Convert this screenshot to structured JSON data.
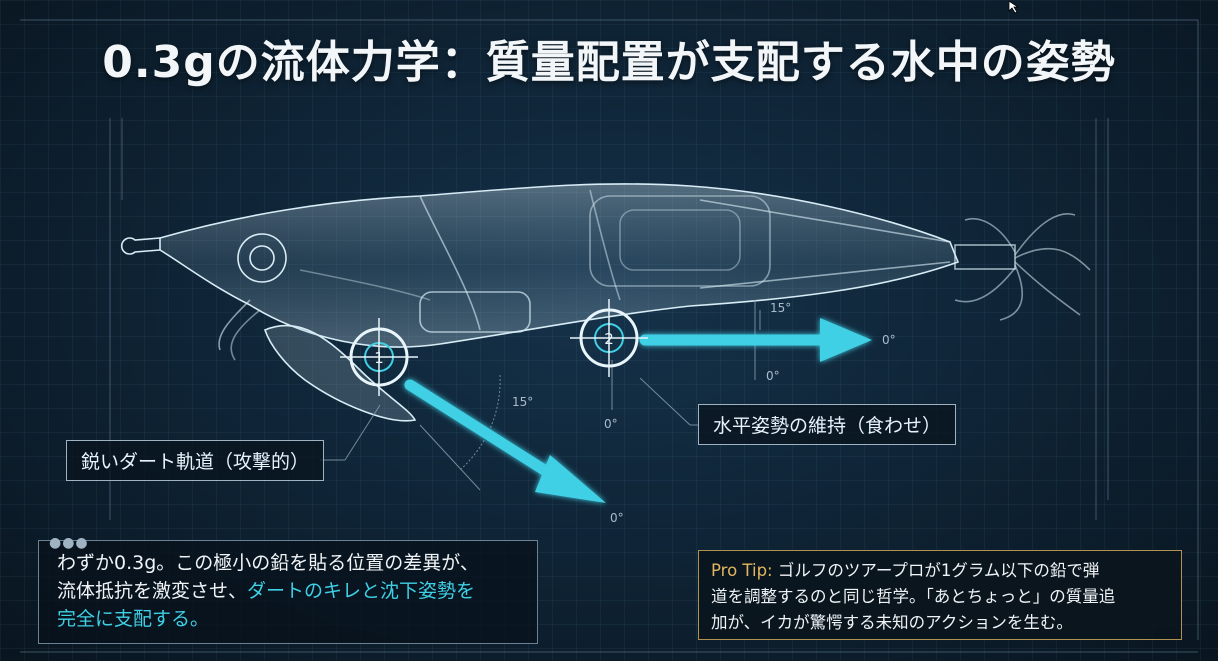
{
  "title": "0.3gの流体力学：質量配置が支配する水中の姿勢",
  "markers": {
    "marker1": "1",
    "marker2": "2"
  },
  "angles": {
    "a15_left": "15°",
    "a15_right": "15°",
    "a0_right_arrow": "0°",
    "a0_marker2_below": "0°",
    "a0_center": "0°",
    "a0_bottom": "0°"
  },
  "labels": {
    "dart": "鋭いダート軌道（攻撃的）",
    "horizontal": "水平姿勢の維持（食わせ）"
  },
  "info": {
    "line1": "わずか0.3g。この極小の鉛を貼る位置の差異が、",
    "line2_plain": "流体抵抗を激変させ、",
    "line2_accent": "ダートのキレと沈下姿勢を",
    "line3_accent": "完全に支配する。"
  },
  "tip": {
    "label": "Pro Tip:",
    "line1": "ゴルフのツアープロが1グラム以下の鉛で弾",
    "line2": "道を調整するのと同じ哲学。「あとちょっと」の質量追",
    "line3": "加が、イカが驚愕する未知のアクションを生む。"
  },
  "colors": {
    "accent": "#3fd0e6",
    "tip_label": "#e2b660",
    "background": "#0e2233"
  }
}
